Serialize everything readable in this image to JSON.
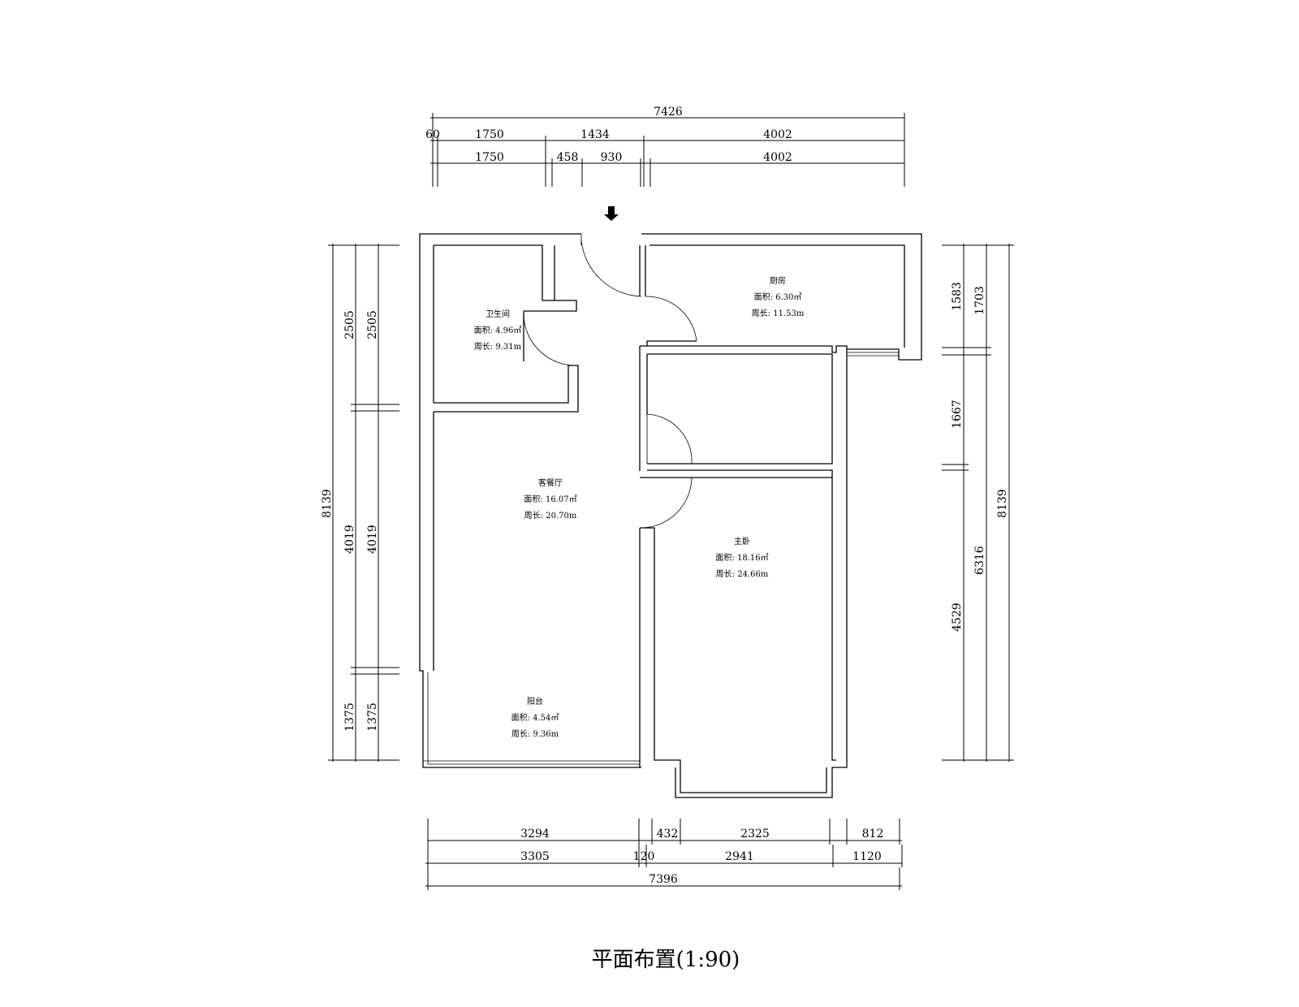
{
  "plan": {
    "title": "平面布置(1:90)",
    "units": "mm",
    "dimensions": {
      "top": {
        "total": "7426",
        "row1": [
          "60",
          "1750",
          "1434",
          "4002"
        ],
        "row2": [
          "1750",
          "458",
          "930",
          "4002"
        ]
      },
      "bottom": {
        "row1": [
          "3294",
          "432",
          "2325",
          "812"
        ],
        "row2": [
          "3305",
          "120",
          "2941",
          "1120"
        ],
        "total": "7396"
      },
      "left": {
        "total": "8139",
        "inner_a": [
          "2505",
          "4019",
          "1375"
        ],
        "inner_b": [
          "2505",
          "4019",
          "1375"
        ]
      },
      "right": {
        "inner": [
          "1583",
          "1667",
          "4529"
        ],
        "middle": [
          "1703",
          "6316"
        ],
        "total": "8139"
      }
    },
    "rooms": [
      {
        "name": "卫生间",
        "area": "面积: 4.96㎡",
        "perimeter": "周长: 9.31m"
      },
      {
        "name": "厨房",
        "area": "面积: 6.30㎡",
        "perimeter": "周长: 11.53m"
      },
      {
        "name": "客餐厅",
        "area": "面积: 16.07㎡",
        "perimeter": "周长: 20.70m"
      },
      {
        "name": "主卧",
        "area": "面积: 18.16㎡",
        "perimeter": "周长: 24.66m"
      },
      {
        "name": "阳台",
        "area": "面积: 4.54㎡",
        "perimeter": "周长: 9.36m"
      }
    ],
    "entrance_marker": "entrance-arrow-icon"
  }
}
